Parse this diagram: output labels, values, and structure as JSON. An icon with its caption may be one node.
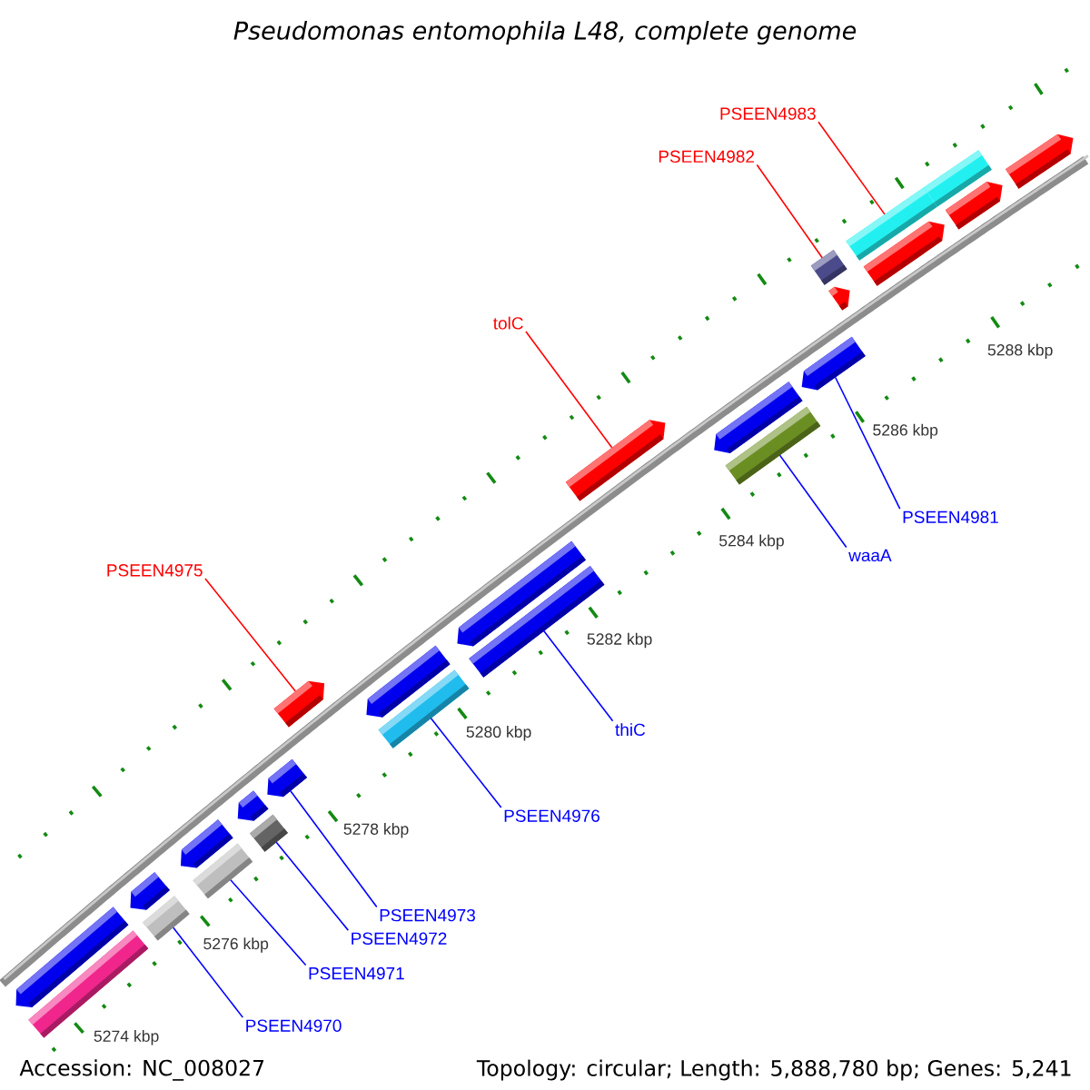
{
  "diagram": {
    "title": "Pseudomonas entomophila L48, complete genome",
    "nodes": [
      {
        "text": [
          "PSEEN4983"
        ]
      },
      {
        "text": [],
        "shape": "bar"
      },
      {
        "text": [
          "PSEEN4982"
        ]
      },
      {
        "text": [],
        "shape": "bar"
      },
      {
        "text": [
          "tolC"
        ]
      },
      {
        "text": [],
        "shape": "pentagon"
      },
      {
        "text": [
          "PSEEN4981"
        ]
      },
      {
        "text": [],
        "shape": "pentagon"
      },
      {
        "text": [
          "PSEEN4975"
        ]
      },
      {
        "text": [],
        "shape": "pentagon"
      },
      {
        "text": [
          "waaA"
        ]
      },
      {
        "text": [],
        "shape": "bar"
      },
      {
        "text": [
          "thiC"
        ]
      },
      {
        "text": [],
        "shape": "bar"
      },
      {
        "text": [
          "PSEEN4976"
        ]
      },
      {
        "text": [],
        "shape": "bar"
      },
      {
        "text": [
          "PSEEN4973"
        ]
      },
      {
        "text": [],
        "shape": "pentagon"
      },
      {
        "text": [
          "PSEEN4972"
        ]
      },
      {
        "text": [],
        "shape": "bar"
      },
      {
        "text": [
          "PSEEN4971"
        ]
      },
      {
        "text": [],
        "shape": "bar"
      },
      {
        "text": [
          "PSEEN4970"
        ]
      },
      {
        "text": [],
        "shape": "bar"
      },
      {
        "text": [],
        "shape": "pentagon"
      },
      {
        "text": [],
        "shape": "pentagon"
      },
      {
        "text": [],
        "shape": "bar"
      },
      {
        "text": [],
        "shape": "pentagon"
      },
      {
        "text": [],
        "shape": "pentagon"
      },
      {
        "text": [],
        "shape": "pentagon"
      },
      {
        "text": [],
        "shape": "pentagon"
      },
      {
        "text": [],
        "shape": "pentagon"
      },
      {
        "text": [],
        "shape": "pentagon"
      },
      {
        "text": [],
        "shape": "pentagon"
      },
      {
        "text": [],
        "shape": "pentagon"
      },
      {
        "text": [],
        "shape": "pentagon"
      },
      {
        "text": [],
        "shape": "bar"
      }
    ],
    "edges": [
      {
        "from": 0,
        "to": 1,
        "arrow": "none",
        "color": "#ff0000"
      },
      {
        "from": 2,
        "to": 3,
        "arrow": "none",
        "color": "#ff0000"
      },
      {
        "from": 4,
        "to": 5,
        "arrow": "none",
        "color": "#ff0000"
      },
      {
        "from": 6,
        "to": 7,
        "arrow": "none"
      },
      {
        "from": 8,
        "to": 9,
        "arrow": "none",
        "color": "#ff0000"
      },
      {
        "from": 10,
        "to": 11,
        "arrow": "none"
      },
      {
        "from": 12,
        "to": 13,
        "arrow": "none"
      },
      {
        "from": 14,
        "to": 15,
        "arrow": "none"
      },
      {
        "from": 16,
        "to": 17,
        "arrow": "none"
      },
      {
        "from": 18,
        "to": 19,
        "arrow": "none"
      },
      {
        "from": 20,
        "to": 21,
        "arrow": "none"
      },
      {
        "from": 22,
        "to": 23,
        "arrow": "none"
      }
    ],
    "labels": [
      "5288 kbp",
      "5286 kbp",
      "5284 kbp",
      "5282 kbp",
      "5280 kbp",
      "5278 kbp",
      "5276 kbp",
      "5274 kbp",
      "Accession: NC_008027",
      "Topology: circular; Length: 5,888,780 bp; Genes: 5,241"
    ]
  }
}
